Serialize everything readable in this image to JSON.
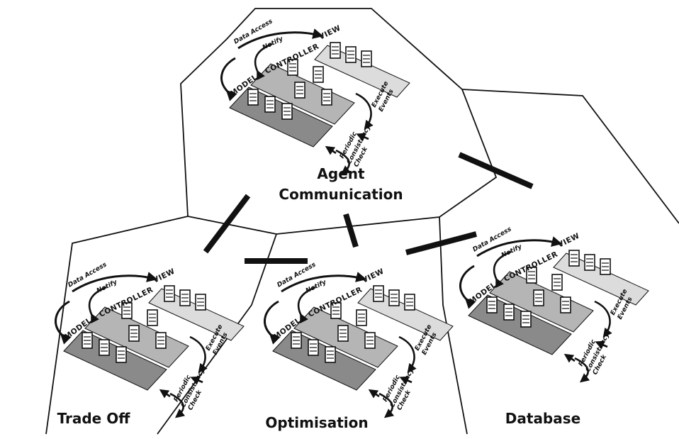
{
  "regions": [
    {
      "id": "agent-communication",
      "title_lines": [
        "Agent",
        "Communication"
      ]
    },
    {
      "id": "trade-off",
      "title_lines": [
        "Trade Off"
      ]
    },
    {
      "id": "optimisation",
      "title_lines": [
        "Optimisation"
      ]
    },
    {
      "id": "database",
      "title_lines": [
        "Database"
      ]
    }
  ],
  "mvc_module": {
    "model": "MODEL",
    "controller": "CONTROLLER",
    "view": "VIEW",
    "data_access": "Data Access",
    "notify": "Notify",
    "execute_events_lines": [
      "Execute",
      "Events"
    ],
    "periodic_check_lines": [
      "Periodic",
      "Consistency",
      "Check"
    ]
  },
  "colors": {
    "outline": "#111111",
    "model_plane": "#8a8a8a",
    "controller_plane": "#b5b5b5",
    "view_plane": "#dcdcdc",
    "window_fill": "#ffffff"
  }
}
